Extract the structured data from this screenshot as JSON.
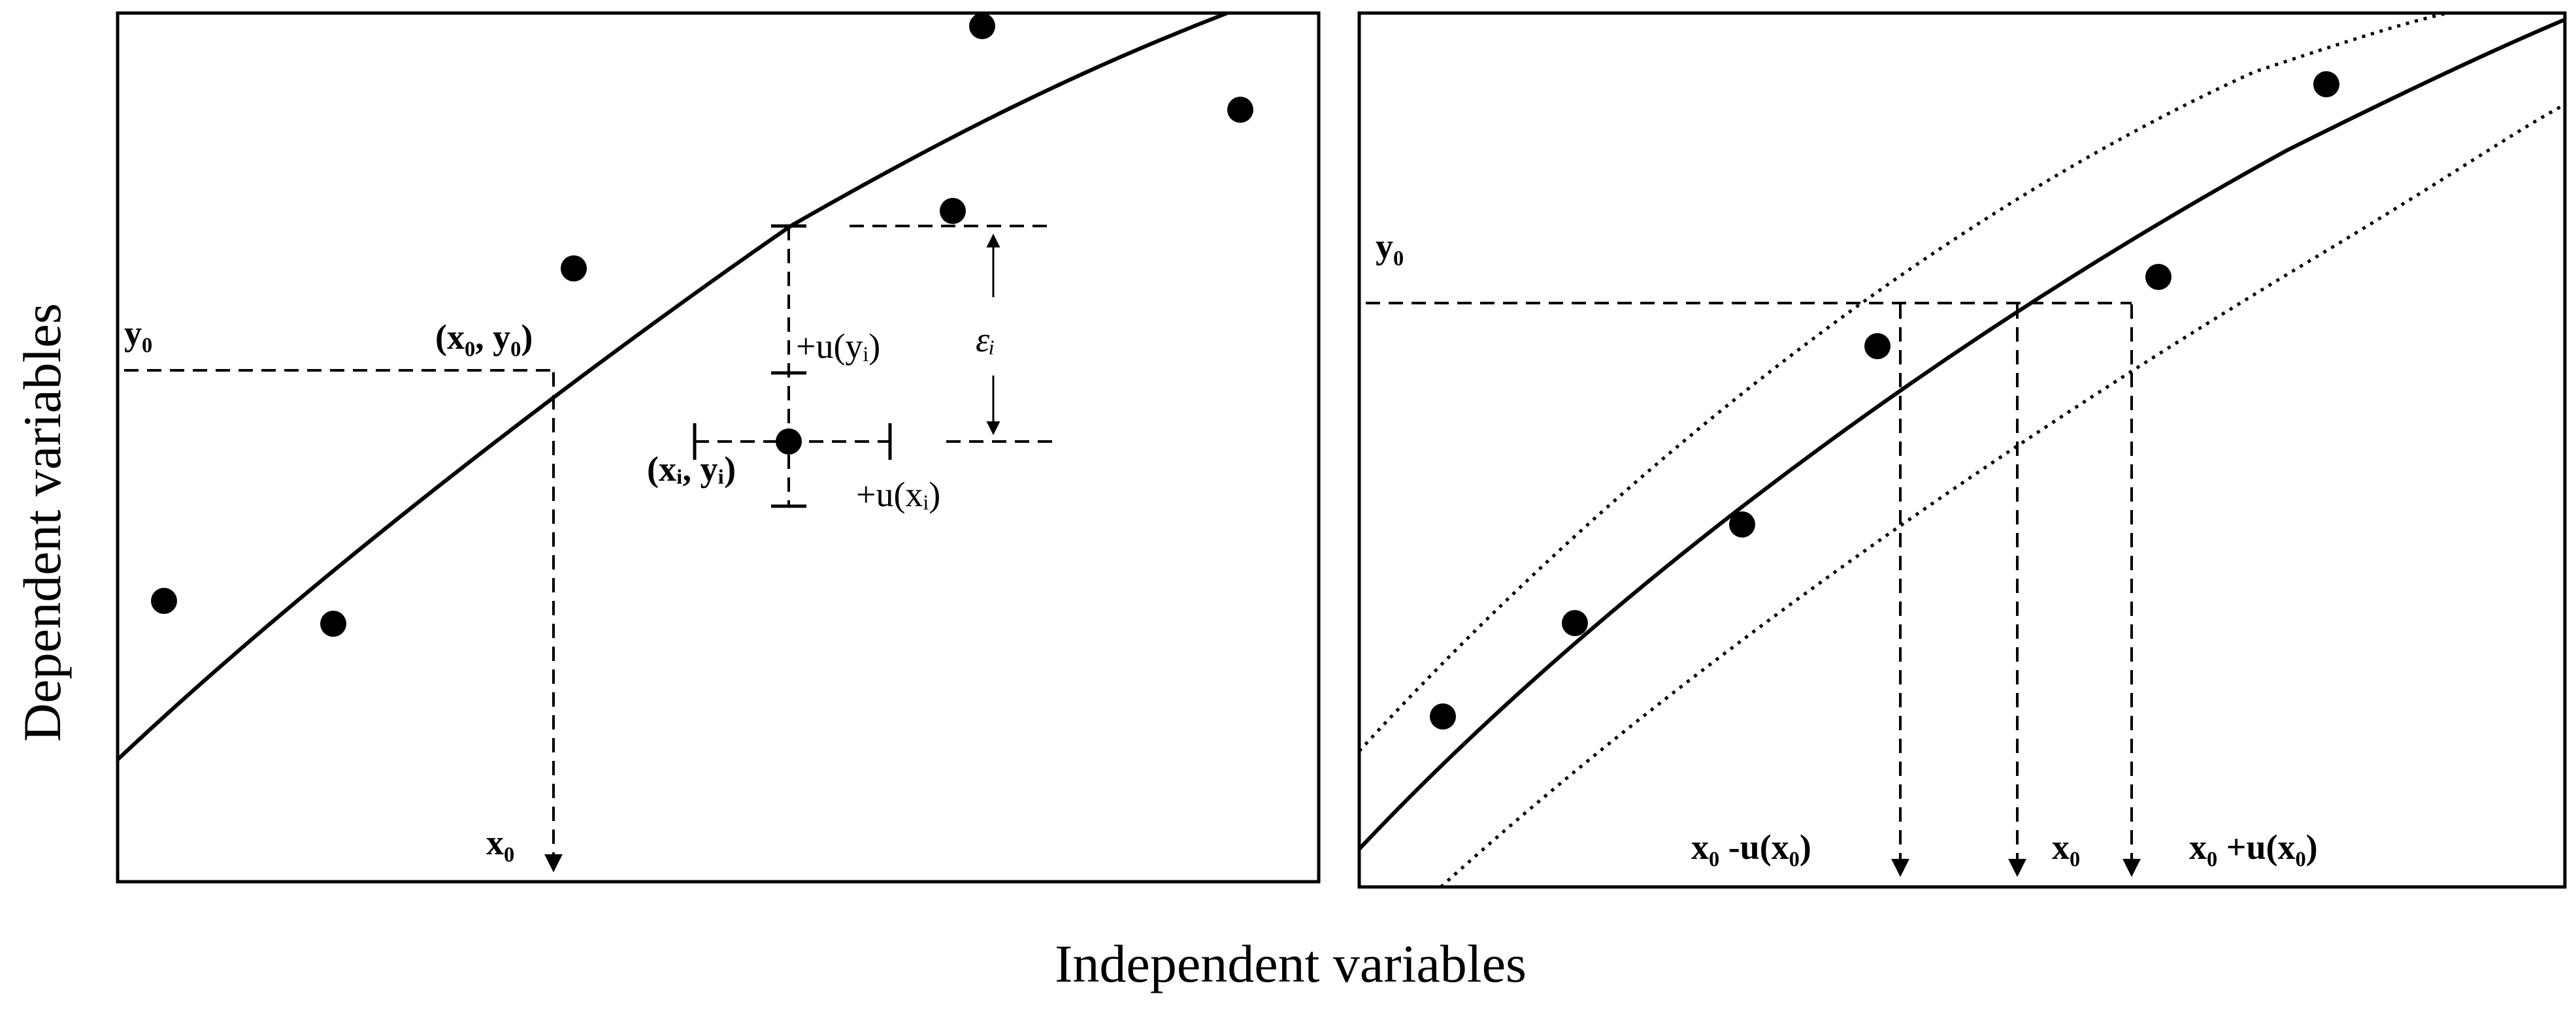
{
  "figure": {
    "y_axis_title": "Dependent variables",
    "x_axis_title": "Independent variables"
  },
  "left_panel": {
    "label_y0": "y₀",
    "label_x0": "x₀",
    "label_point_x0y0": "(x₀, y₀)",
    "label_point_xiyi": "(xᵢ, yᵢ)",
    "label_u_yi": "+u(yᵢ)",
    "label_u_xi": "+u(xᵢ)",
    "label_eps": "εᵢ"
  },
  "right_panel": {
    "label_y0": "y₀",
    "label_x0_minus": "x₀ -u(x₀)",
    "label_x0": "x₀",
    "label_x0_plus": "x₀ +u(x₀)"
  },
  "colors": {
    "ink": "#000000",
    "background": "#ffffff"
  }
}
